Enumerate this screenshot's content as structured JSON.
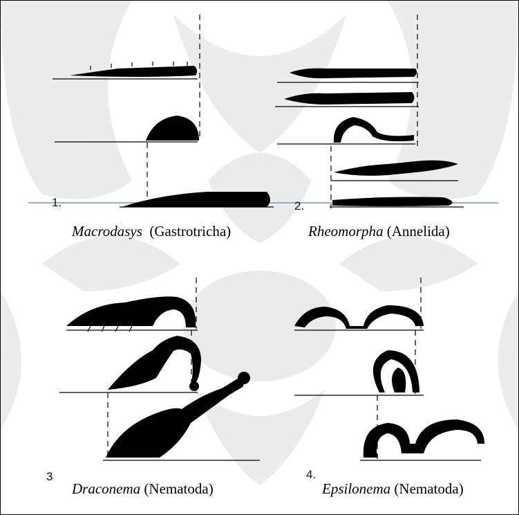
{
  "panels": [
    {
      "number": "1.",
      "genus": "Macrodasys",
      "group": "(Gastrotricha)"
    },
    {
      "number": "2.",
      "genus": "Rheomorpha",
      "group": "(Annelida)"
    },
    {
      "number": "3",
      "genus": "Draconema",
      "group": "(Nematoda)"
    },
    {
      "number": "4.",
      "genus": "Epsilonema",
      "group": "(Nematoda)"
    }
  ],
  "colors": {
    "ink": "#000000",
    "guide_line": "#5b7fb8",
    "watermark": "#c8c8c8"
  }
}
